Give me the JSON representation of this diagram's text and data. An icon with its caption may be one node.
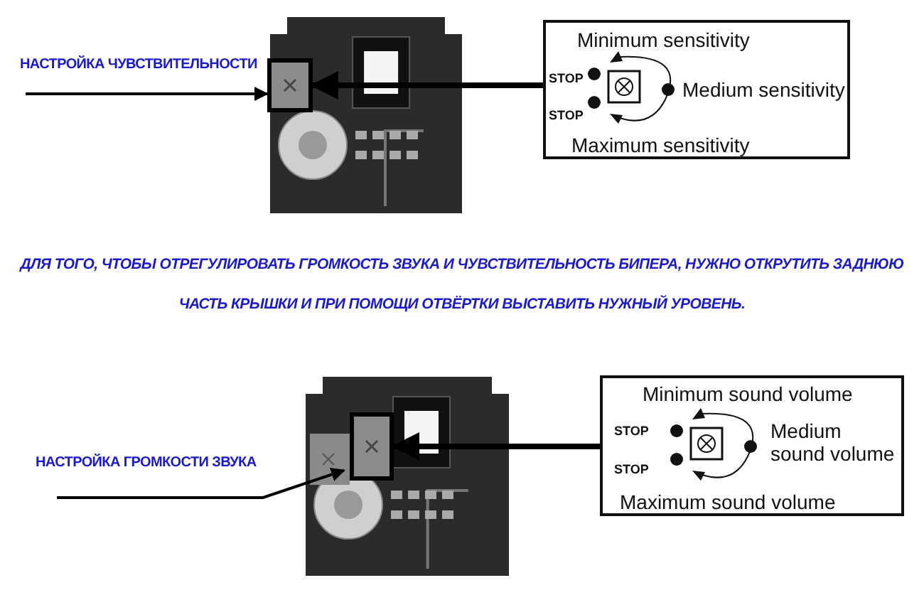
{
  "diagram": {
    "nodes": [
      {
        "text": [],
        "shape": "picture"
      },
      {
        "text": [],
        "shape": "box",
        "in": 0
      },
      {
        "text": [
          "Minimum sensitivity",
          "STOP",
          "STOP",
          "Medium sensitivity",
          "Maximum sensitivity"
        ]
      },
      {
        "text": [],
        "shape": "picture"
      },
      {
        "text": [],
        "shape": "box",
        "in": 3
      },
      {
        "text": [
          "Minimum sound volume",
          "STOP",
          "STOP",
          "Medium sound volume",
          "Maximum sound volume"
        ]
      }
    ],
    "edges": [
      {
        "from": null,
        "to": 1,
        "arrow": "to",
        "label": "НАСТРОЙКА ЧУВСТВИТЕЛЬНОСТИ"
      },
      {
        "from": 2,
        "to": 1,
        "arrow": "to",
        "style": "thick"
      },
      {
        "from": null,
        "to": 4,
        "arrow": "to",
        "label": "НАСТРОЙКА ГРОМКОСТИ ЗВУКА"
      },
      {
        "from": 5,
        "to": 4,
        "arrow": "to",
        "style": "thick"
      }
    ],
    "labels": [
      "ДЛЯ ТОГО, ЧТОБЫ ОТРЕГУЛИРОВАТЬ ГРОМКОСТЬ ЗВУКА И ЧУВСТВИТЕЛЬНОСТЬ БИПЕРА, НУЖНО ОТКРУТИТЬ ЗАДНЮЮ ЧАСТЬ КРЫШКИ И ПРИ ПОМОЩИ ОТВЁРТКИ ВЫСТАВИТЬ НУЖНЫЙ УРОВЕНЬ."
    ]
  }
}
